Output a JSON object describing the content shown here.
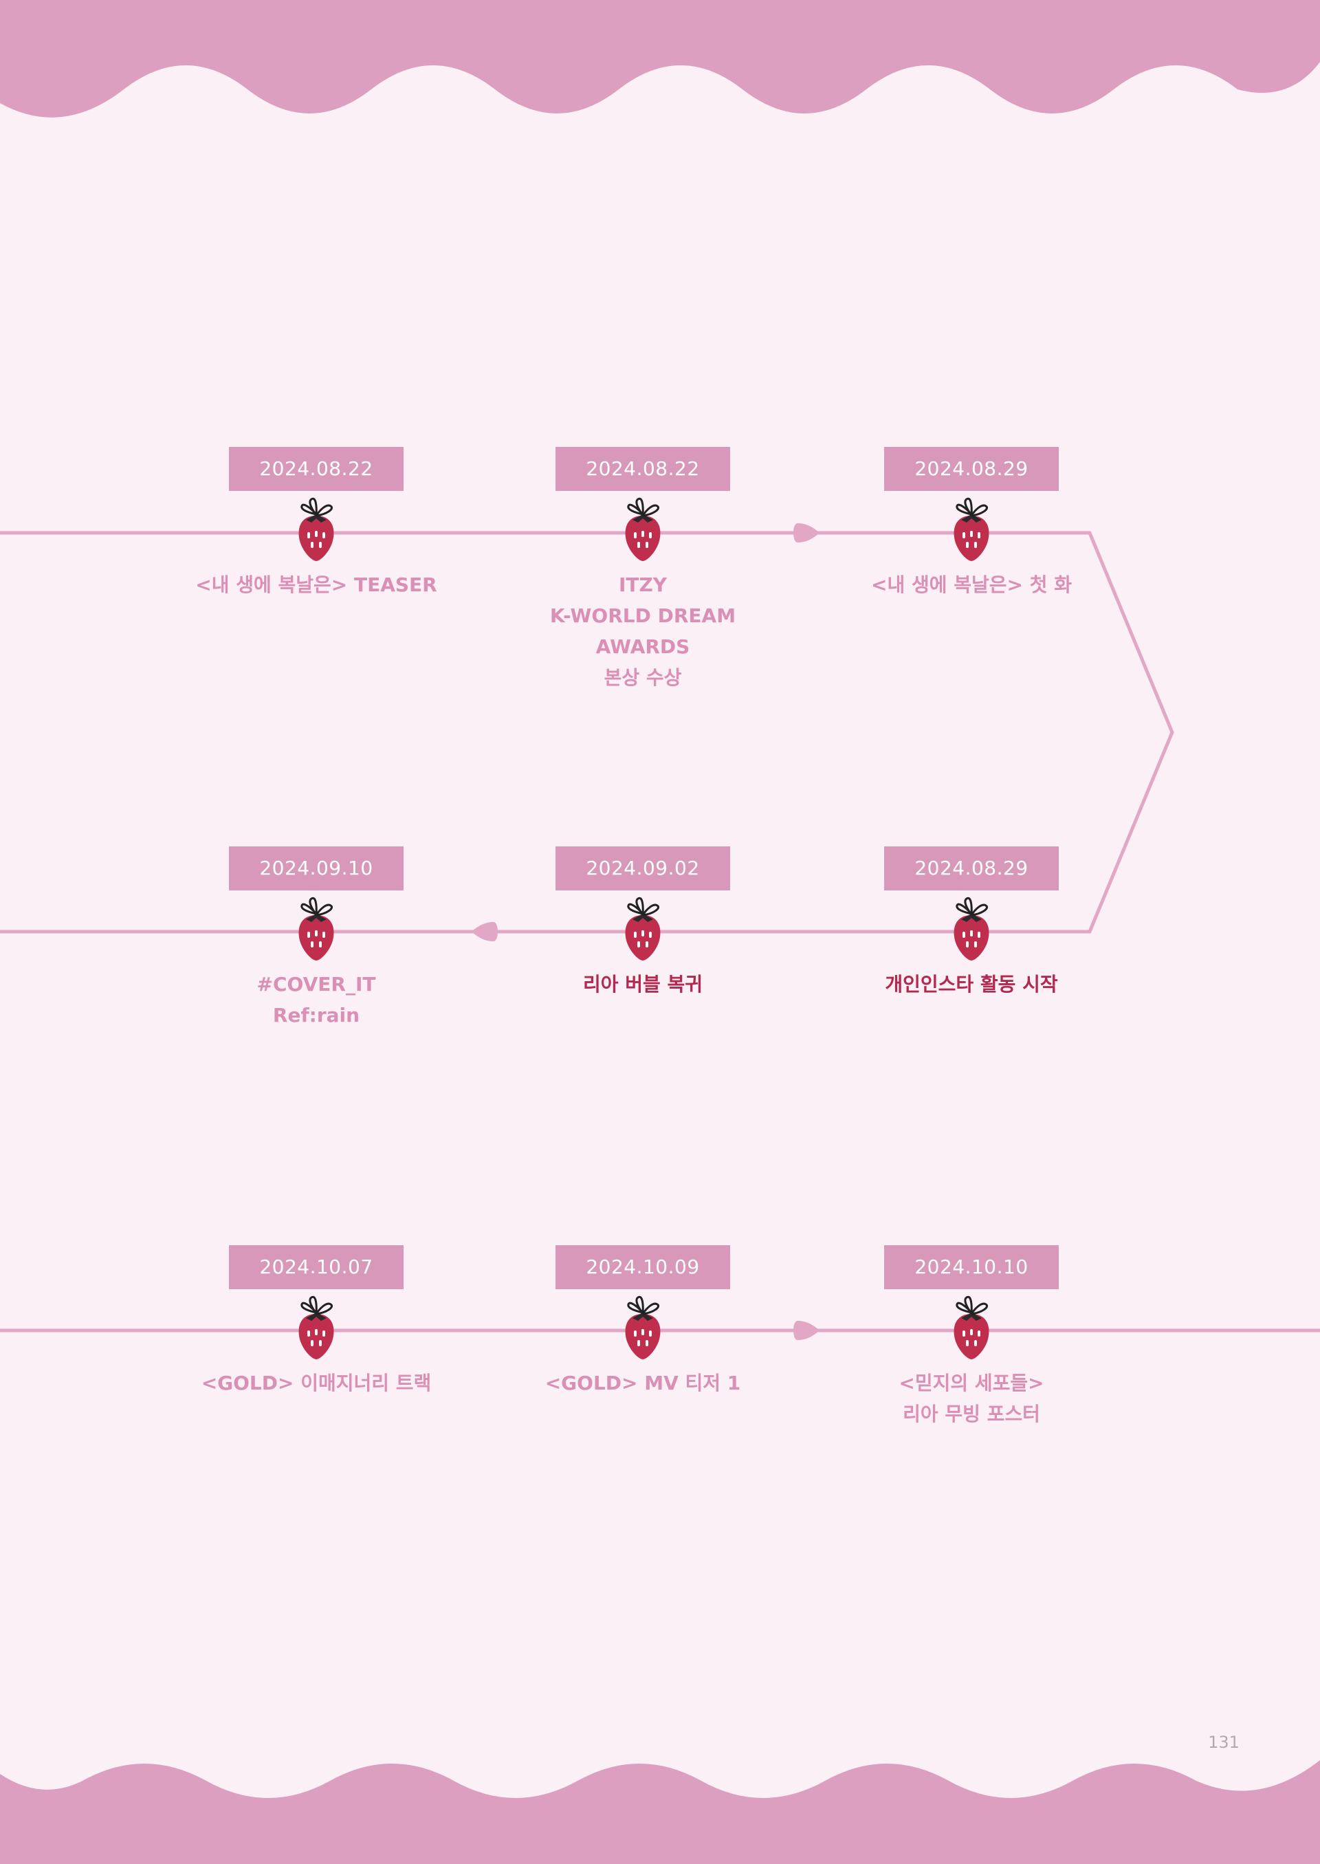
{
  "page_number": "131",
  "colors": {
    "background": "#fbf0f6",
    "accent_pink": "#d898ba",
    "label_pink": "#d990b4",
    "highlight": "#b3284e",
    "line_pink": "#e3a7c6",
    "strawberry": "#c02e4e"
  },
  "events": [
    {
      "date": "2024.08.22",
      "lines": [
        "<내 생에 복날은> TEASER"
      ],
      "highlight": false,
      "icon": "strawberry-icon"
    },
    {
      "date": "2024.08.22",
      "lines": [
        "ITZY",
        "K-WORLD DREAM AWARDS",
        "본상 수상"
      ],
      "highlight": false,
      "icon": "strawberry-icon"
    },
    {
      "date": "2024.08.29",
      "lines": [
        "<내 생에 복날은> 첫 화"
      ],
      "highlight": false,
      "icon": "strawberry-icon"
    },
    {
      "date": "2024.09.10",
      "lines": [
        "#COVER_IT",
        "Ref:rain"
      ],
      "highlight": false,
      "icon": "strawberry-icon"
    },
    {
      "date": "2024.09.02",
      "lines": [
        "리아 버블 복귀"
      ],
      "highlight": true,
      "icon": "strawberry-icon"
    },
    {
      "date": "2024.08.29",
      "lines": [
        "개인인스타 활동 시작"
      ],
      "highlight": true,
      "icon": "strawberry-icon"
    },
    {
      "date": "2024.10.07",
      "lines": [
        "<GOLD> 이매지너리 트랙"
      ],
      "highlight": false,
      "icon": "strawberry-icon"
    },
    {
      "date": "2024.10.09",
      "lines": [
        "<GOLD> MV 티저 1"
      ],
      "highlight": false,
      "icon": "strawberry-icon"
    },
    {
      "date": "2024.10.10",
      "lines": [
        "<믿지의 세포들>",
        "리아 무빙 포스터"
      ],
      "highlight": false,
      "icon": "strawberry-icon"
    }
  ]
}
